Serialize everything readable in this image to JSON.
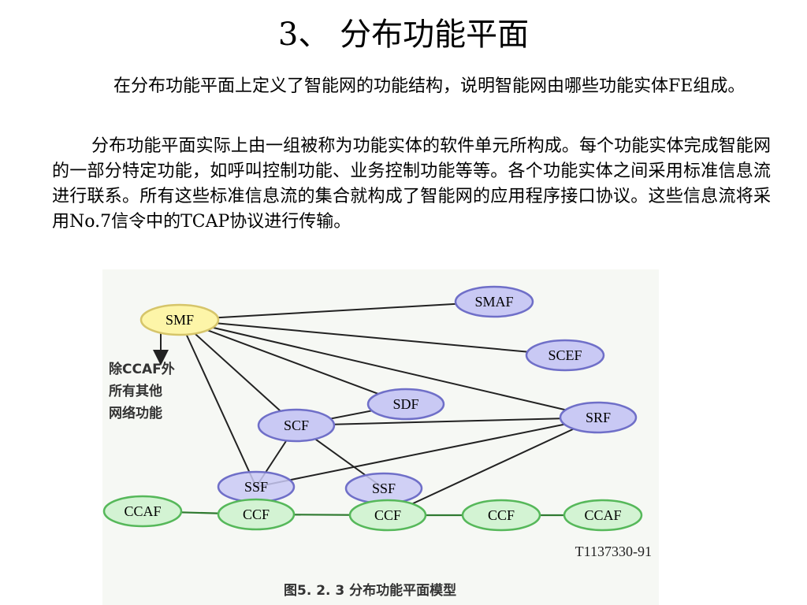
{
  "title": "3、 分布功能平面",
  "paragraphs": [
    "在分布功能平面上定义了智能网的功能结构，说明智能网由哪些功能实体FE组成。",
    "分布功能平面实际上由一组被称为功能实体的软件单元所构成。每个功能实体完成智能网的一部分特定功能，如呼叫控制功能、业务控制功能等等。各个功能实体之间采用标准信息流进行联系。所有这些标准信息流的集合就构成了智能网的应用程序接口协议。这些信息流将采用No.7信令中的TCAP协议进行传输。"
  ],
  "figure": {
    "nodes": {
      "smf": "SMF",
      "smaf": "SMAF",
      "scef": "SCEF",
      "sdf": "SDF",
      "scf": "SCF",
      "srf": "SRF",
      "ssf1": "SSF",
      "ssf2": "SSF",
      "ccaf1": "CCAF",
      "ccf1": "CCF",
      "ccf2": "CCF",
      "ccf3": "CCF",
      "ccaf2": "CCAF"
    },
    "side_note": [
      "除CCAF外",
      "所有其他",
      "网络功能"
    ],
    "code": "T1137330-91",
    "caption": "图5. 2. 3  分布功能平面模型"
  },
  "colors": {
    "smf_fill": "#fdf5a8",
    "smf_stroke": "#d6c56a",
    "blue_fill": "#c9c9f4",
    "blue_stroke": "#6f6fc8",
    "green_fill": "#d3f3d3",
    "green_stroke": "#56b85a",
    "line": "#222222",
    "green_line": "#2f7a30"
  }
}
